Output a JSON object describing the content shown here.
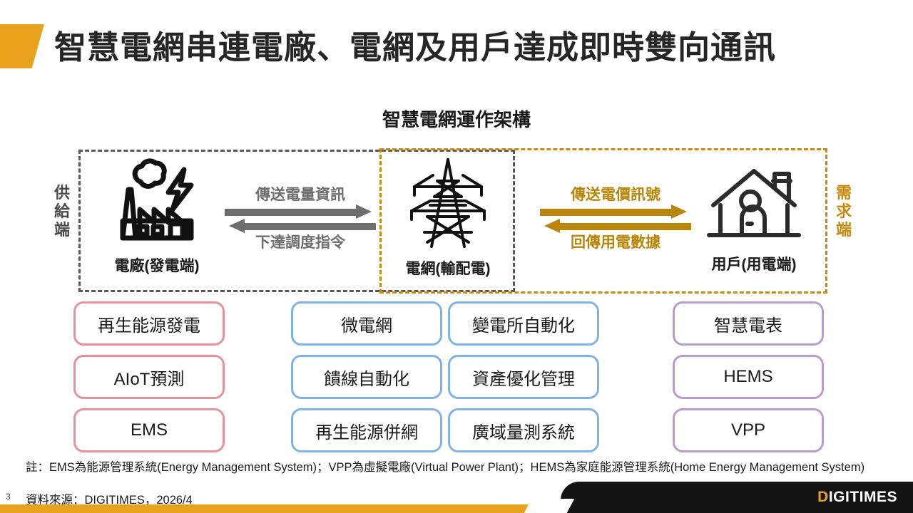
{
  "header": {
    "title": "智慧電網串連電廠、電網及用戶達成即時雙向通訊",
    "accent_color": "#E8A21C"
  },
  "diagram": {
    "subtitle": "智慧電網運作架構",
    "supply_side_label": "供給端",
    "demand_side_label": "需求端",
    "supply_frame_color": "#585858",
    "demand_frame_color": "#C8890C",
    "nodes": [
      {
        "id": "plant",
        "icon": "power-plant-icon",
        "caption": "電廠(發電端)"
      },
      {
        "id": "grid",
        "icon": "transmission-tower-icon",
        "caption": "電網(輸配電)"
      },
      {
        "id": "consumer",
        "icon": "house-icon",
        "caption": "用戶(用電端)"
      }
    ],
    "arrow_groups": [
      {
        "id": "supply",
        "color": "#6E6E6E",
        "top_label": "傳送電量資訊",
        "bottom_label": "下達調度指令"
      },
      {
        "id": "demand",
        "color": "#B8860B",
        "top_label": "傳送電價訊號",
        "bottom_label": "回傳用電數據"
      }
    ]
  },
  "capability_columns": [
    {
      "id": "generation",
      "border_color": "#E8919B",
      "items": [
        "再生能源發電",
        "AIoT預測",
        "EMS"
      ]
    },
    {
      "id": "grid-left",
      "border_color": "#7FB3E8",
      "items": [
        "微電網",
        "饋線自動化",
        "再生能源併網"
      ]
    },
    {
      "id": "grid-right",
      "border_color": "#7FB3E8",
      "items": [
        "變電所自動化",
        "資產優化管理",
        "廣域量測系統"
      ]
    },
    {
      "id": "consumer",
      "border_color": "#B99BD0",
      "items": [
        "智慧電表",
        "HEMS",
        "VPP"
      ]
    }
  ],
  "footer": {
    "footnote": "註：EMS為能源管理系統(Energy Management System)；VPP為虛擬電廠(Virtual Power Plant)；HEMS為家庭能源管理系統(Home Energy Management System)",
    "source": "資料來源：DIGITIMES，2026/4",
    "page_number": "3",
    "logo_d": "D",
    "logo_rest": "IGITIMES",
    "bar_color": "#E8A21C"
  }
}
